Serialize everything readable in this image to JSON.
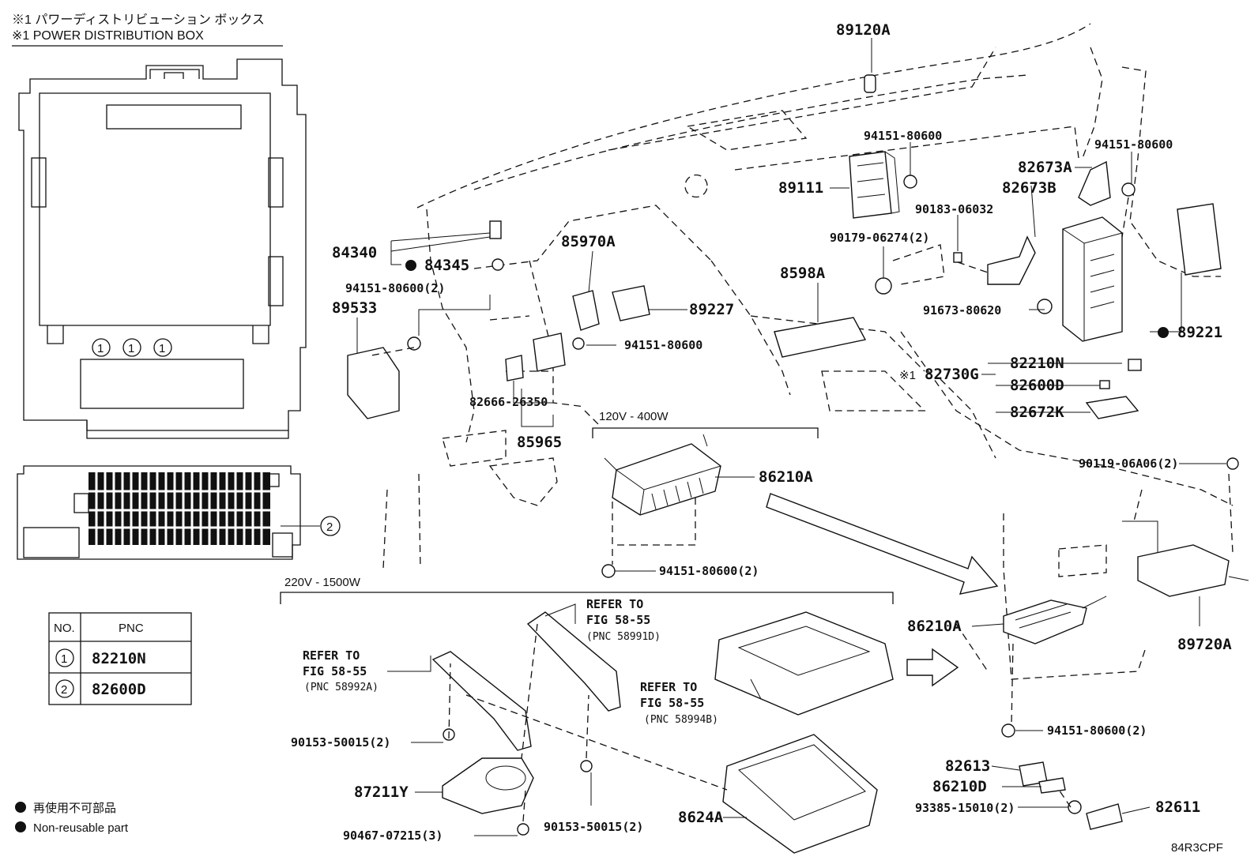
{
  "header": {
    "line1": "※1  パワーディストリビューション ボックス",
    "line2": "※1  POWER DISTRIBUTION BOX"
  },
  "table": {
    "headers": [
      "NO.",
      "PNC"
    ],
    "rows": [
      {
        "no": "1",
        "pnc": "82210N"
      },
      {
        "no": "2",
        "pnc": "82600D"
      }
    ]
  },
  "legend": {
    "ja": "再使用不可部品",
    "en": "Non-reusable part"
  },
  "box_markers": [
    "1",
    "1",
    "1",
    "2"
  ],
  "voltages": {
    "upper": "120V - 400W",
    "lower": "220V - 1500W"
  },
  "callouts": {
    "p89120A": "89120A",
    "p94151_a": "94151-80600",
    "p94151_b": "94151-80600",
    "p89111": "89111",
    "p82673A": "82673A",
    "p82673B": "82673B",
    "p90183": "90183-06032",
    "p90179": "90179-06274(2)",
    "p84340": "84340",
    "p84345": "84345",
    "p85970A": "85970A",
    "p8598A": "8598A",
    "p94151_c": "94151-80600(2)",
    "p89533": "89533",
    "p89227": "89227",
    "p91673": "91673-80620",
    "p89221": "89221",
    "p94151_d": "94151-80600",
    "p82210N": "82210N",
    "p82730G_mark": "※1",
    "p82730G": "82730G",
    "p82600D": "82600D",
    "p82666": "82666-26350",
    "p82672K": "82672K",
    "p85965": "85965",
    "p86210A_a": "86210A",
    "p90119": "90119-06A06(2)",
    "p94151_e": "94151-80600(2)",
    "p86210A_b": "86210A",
    "p89720A": "89720A",
    "p94151_f": "94151-80600(2)",
    "p82613": "82613",
    "p86210D": "86210D",
    "p93385": "93385-15010(2)",
    "p82611": "82611",
    "p90153_a": "90153-50015(2)",
    "p90153_b": "90153-50015(2)",
    "p87211Y": "87211Y",
    "p90467": "90467-07215(3)",
    "p8624A": "8624A"
  },
  "refers": [
    {
      "line1": "REFER TO",
      "line2": "FIG 58-55",
      "line3": "(PNC 58991D)"
    },
    {
      "line1": "REFER TO",
      "line2": "FIG 58-55",
      "line3": "(PNC 58992A)"
    },
    {
      "line1": "REFER TO",
      "line2": "FIG 58-55",
      "line3": "(PNC 58994B)"
    }
  ],
  "figure_code": "84R3CPF",
  "icons": {
    "non_reusable_dot": "filled-circle-icon",
    "circled_number": "circled-number-icon"
  }
}
